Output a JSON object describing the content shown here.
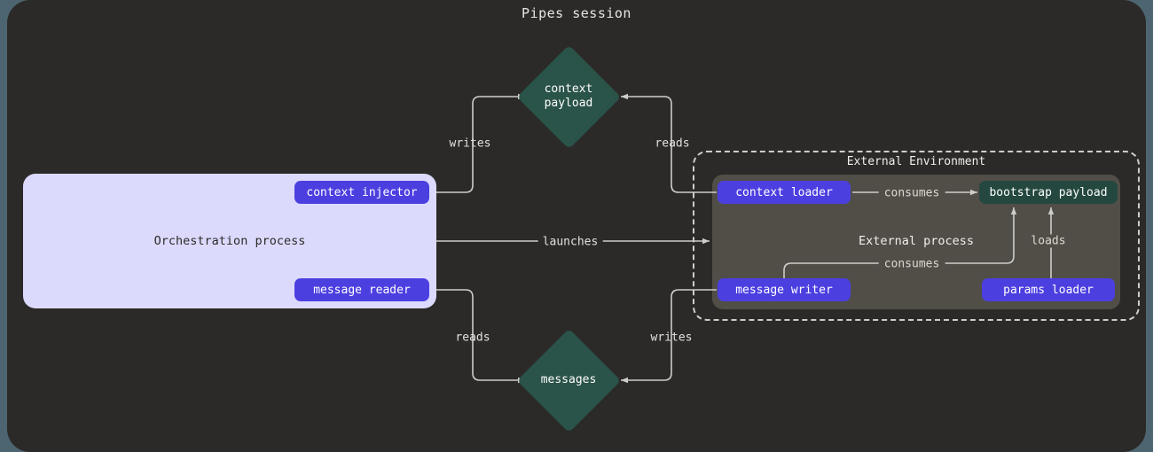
{
  "page": {
    "title": "Pipes session",
    "background": "#4d6570",
    "card_background": "#2b2a28"
  },
  "colors": {
    "purple_node": "#4c3fe0",
    "teal_node": "#24483f",
    "diamond": "#2a5349",
    "orchestration_panel": "#dcdafc",
    "external_process": "#514e48",
    "edge": "#cfcdc9",
    "text_light": "#f0eeeb",
    "text_dark": "#2b2a28"
  },
  "orchestration": {
    "label": "Orchestration process",
    "nodes": [
      {
        "id": "context-injector",
        "label": "context injector",
        "type": "purple"
      },
      {
        "id": "message-reader",
        "label": "message reader",
        "type": "purple"
      }
    ]
  },
  "external_environment": {
    "label": "External Environment",
    "process_label": "External process",
    "nodes": [
      {
        "id": "context-loader",
        "label": "context loader",
        "type": "purple"
      },
      {
        "id": "bootstrap-payload",
        "label": "bootstrap payload",
        "type": "teal"
      },
      {
        "id": "message-writer",
        "label": "message writer",
        "type": "purple"
      },
      {
        "id": "params-loader",
        "label": "params loader",
        "type": "purple"
      }
    ]
  },
  "channels": [
    {
      "id": "context-payload",
      "label_line1": "context",
      "label_line2": "payload"
    },
    {
      "id": "messages",
      "label_line1": "messages",
      "label_line2": ""
    }
  ],
  "edges": [
    {
      "id": "context-injector-writes",
      "label": "writes",
      "from": "context-injector",
      "to": "context-payload"
    },
    {
      "id": "context-loader-reads",
      "label": "reads",
      "from": "context-loader",
      "to": "context-payload"
    },
    {
      "id": "launches",
      "label": "launches",
      "from": "orchestration-process",
      "to": "external-process"
    },
    {
      "id": "message-reader-reads",
      "label": "reads",
      "from": "message-reader",
      "to": "messages"
    },
    {
      "id": "message-writer-writes",
      "label": "writes",
      "from": "message-writer",
      "to": "messages"
    },
    {
      "id": "context-loader-consumes",
      "label": "consumes",
      "from": "context-loader",
      "to": "bootstrap-payload"
    },
    {
      "id": "message-writer-consumes",
      "label": "consumes",
      "from": "message-writer",
      "to": "bootstrap-payload"
    },
    {
      "id": "params-loader-loads",
      "label": "loads",
      "from": "params-loader",
      "to": "bootstrap-payload"
    }
  ]
}
